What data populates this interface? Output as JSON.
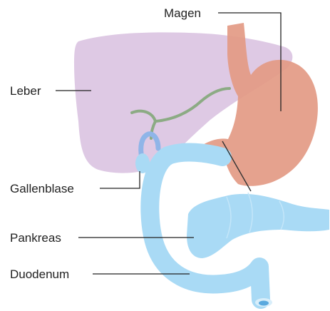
{
  "labels": {
    "magen": "Magen",
    "leber": "Leber",
    "gallenblase": "Gallenblase",
    "pankreas": "Pankreas",
    "duodenum": "Duodenum"
  },
  "colors": {
    "liver": "#dcc6e3",
    "stomach": "#e39a84",
    "pancreas_duodenum": "#a9daf5",
    "bile_duct": "#8cab84",
    "duct_blue": "#8fb5e8",
    "leader_line": "#222222"
  }
}
